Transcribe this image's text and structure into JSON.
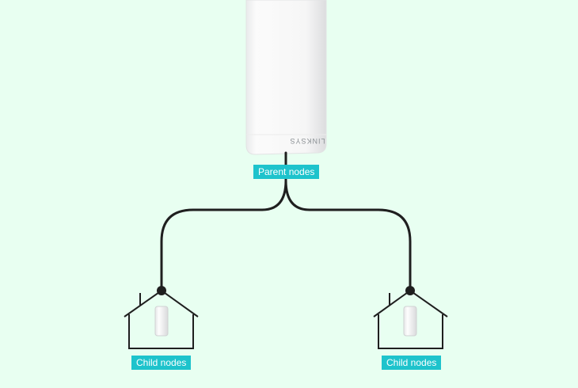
{
  "parent": {
    "label": "Parent nodes",
    "brand_mark": "LINKSYS"
  },
  "children": [
    {
      "label": "Child nodes"
    },
    {
      "label": "Child nodes"
    }
  ],
  "colors": {
    "background": "#e8fff1",
    "label_bg": "#1ec3cc",
    "label_text": "#ffffff",
    "lines": "#1f1f1f",
    "device": "#f7f7f7"
  },
  "icons": [
    "router-tower",
    "house-icon",
    "mini-router-icon",
    "connection-dot"
  ]
}
